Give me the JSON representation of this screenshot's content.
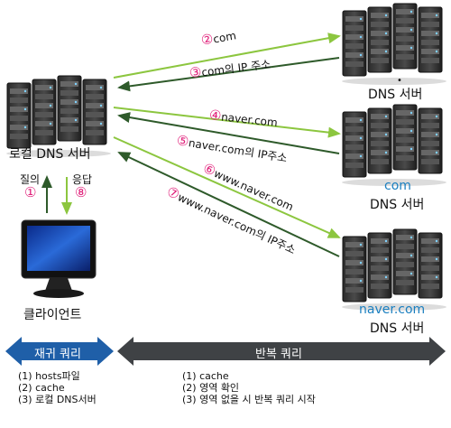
{
  "nodes": {
    "local_dns": "로컬 DNS 서버",
    "client": "클라이언트",
    "root_dns": {
      "label": "DNS 서버",
      "mark": "•"
    },
    "com_dns": {
      "prefix": "com",
      "label": "DNS 서버"
    },
    "naver_dns": {
      "prefix": "naver.com",
      "label": "DNS 서버"
    }
  },
  "steps": {
    "s2": {
      "num": "②",
      "text": "com"
    },
    "s3": {
      "num": "③",
      "text": "com의 IP 주소"
    },
    "s4": {
      "num": "④",
      "text": "naver.com"
    },
    "s5": {
      "num": "⑤",
      "text": "naver.com의 IP주소"
    },
    "s6": {
      "num": "⑥",
      "text": "www.naver.com"
    },
    "s7": {
      "num": "⑦",
      "text": "www.naver.com의 IP주소"
    },
    "s1": {
      "label": "질의",
      "num": "①"
    },
    "s8": {
      "label": "응답",
      "num": "⑧"
    }
  },
  "banners": {
    "recursive": "재귀 쿼리",
    "iterative": "반복 쿼리"
  },
  "recursive_list": [
    "(1)  hosts파일",
    "(2)  cache",
    "(3)  로컬 DNS서버"
  ],
  "iterative_list": [
    "(1)  cache",
    "(2)  영역 확인",
    "(3)  영역 없을 시 반복 쿼리 시작"
  ],
  "colors": {
    "request_arrow": "#8cc63f",
    "response_arrow": "#2e5a2a",
    "step_number": "#e0207a",
    "domain_prefix": "#1a7fc0",
    "recursive_banner": "#1f5fa8",
    "iterative_banner": "#3f4245"
  }
}
